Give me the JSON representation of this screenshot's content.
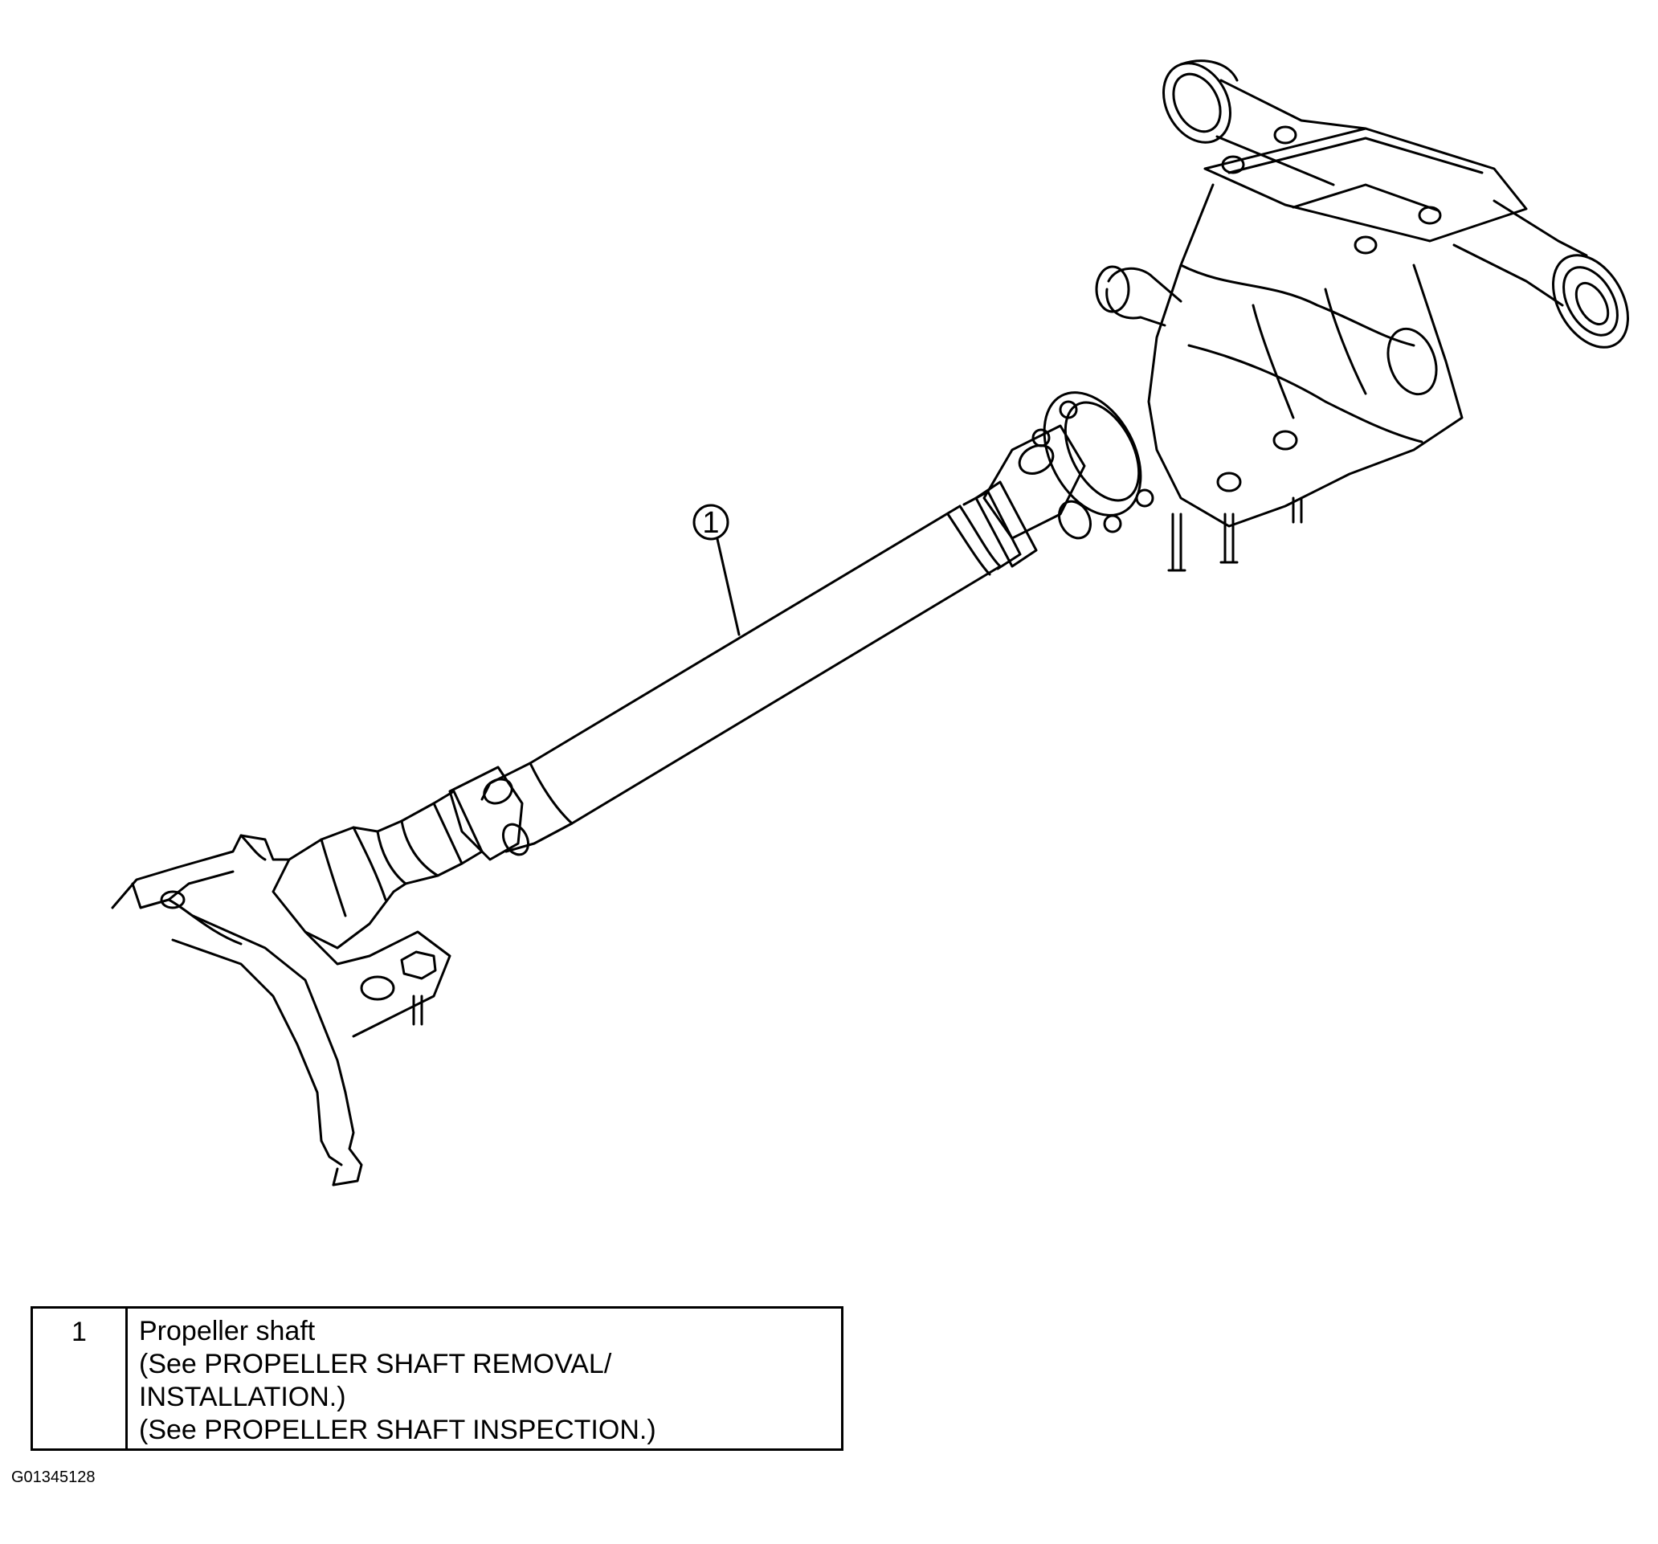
{
  "diagram": {
    "callouts": [
      {
        "number": "1"
      }
    ]
  },
  "legend": {
    "rows": [
      {
        "number": "1",
        "lines": [
          "Propeller shaft",
          "(See PROPELLER SHAFT REMOVAL/",
          "INSTALLATION.)",
          "(See PROPELLER SHAFT INSPECTION.)"
        ]
      }
    ]
  },
  "figure_id": "G01345128"
}
